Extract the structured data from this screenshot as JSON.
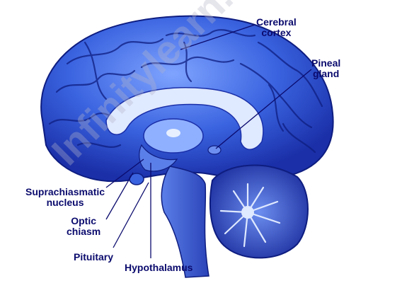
{
  "labels": {
    "cerebral_cortex": [
      "Cerebral",
      "cortex"
    ],
    "pineal_gland": [
      "Pineal",
      "gland"
    ],
    "suprachiasmatic_nucleus": [
      "Suprachiasmatic",
      "nucleus"
    ],
    "optic_chiasm": [
      "Optic",
      "chiasm"
    ],
    "pituitary": "Pituitary",
    "hypothalamus": "Hypothalamus"
  },
  "watermark": "Infinitylearn.com",
  "colors": {
    "brain_fill": "#3a63e0",
    "brain_dark": "#1a2fa8",
    "brain_light": "#8fb0ff",
    "label_text": "#0b0b6e"
  }
}
